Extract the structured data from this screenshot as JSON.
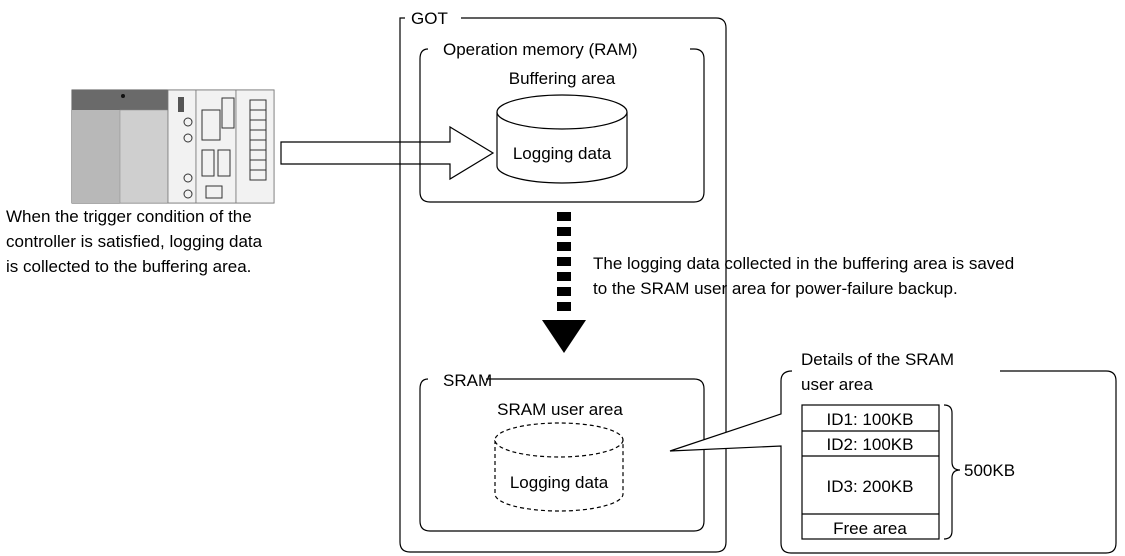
{
  "got": {
    "label": "GOT"
  },
  "ram": {
    "label": "Operation memory (RAM)",
    "buffer_label": "Buffering area",
    "cylinder_label": "Logging data"
  },
  "controller_note": [
    "When the trigger condition of the",
    "controller is satisfied, logging data",
    "is collected to the buffering area."
  ],
  "save_note": [
    "The logging data collected in the buffering area is saved",
    "to the SRAM user area for power-failure backup."
  ],
  "sram": {
    "label": "SRAM",
    "user_area_label": "SRAM user area",
    "cylinder_label": "Logging data"
  },
  "details": {
    "title": [
      "Details of the SRAM",
      "user area"
    ],
    "rows": [
      "ID1: 100KB",
      "ID2: 100KB",
      "ID3: 200KB",
      "Free area"
    ],
    "total": "500KB"
  }
}
